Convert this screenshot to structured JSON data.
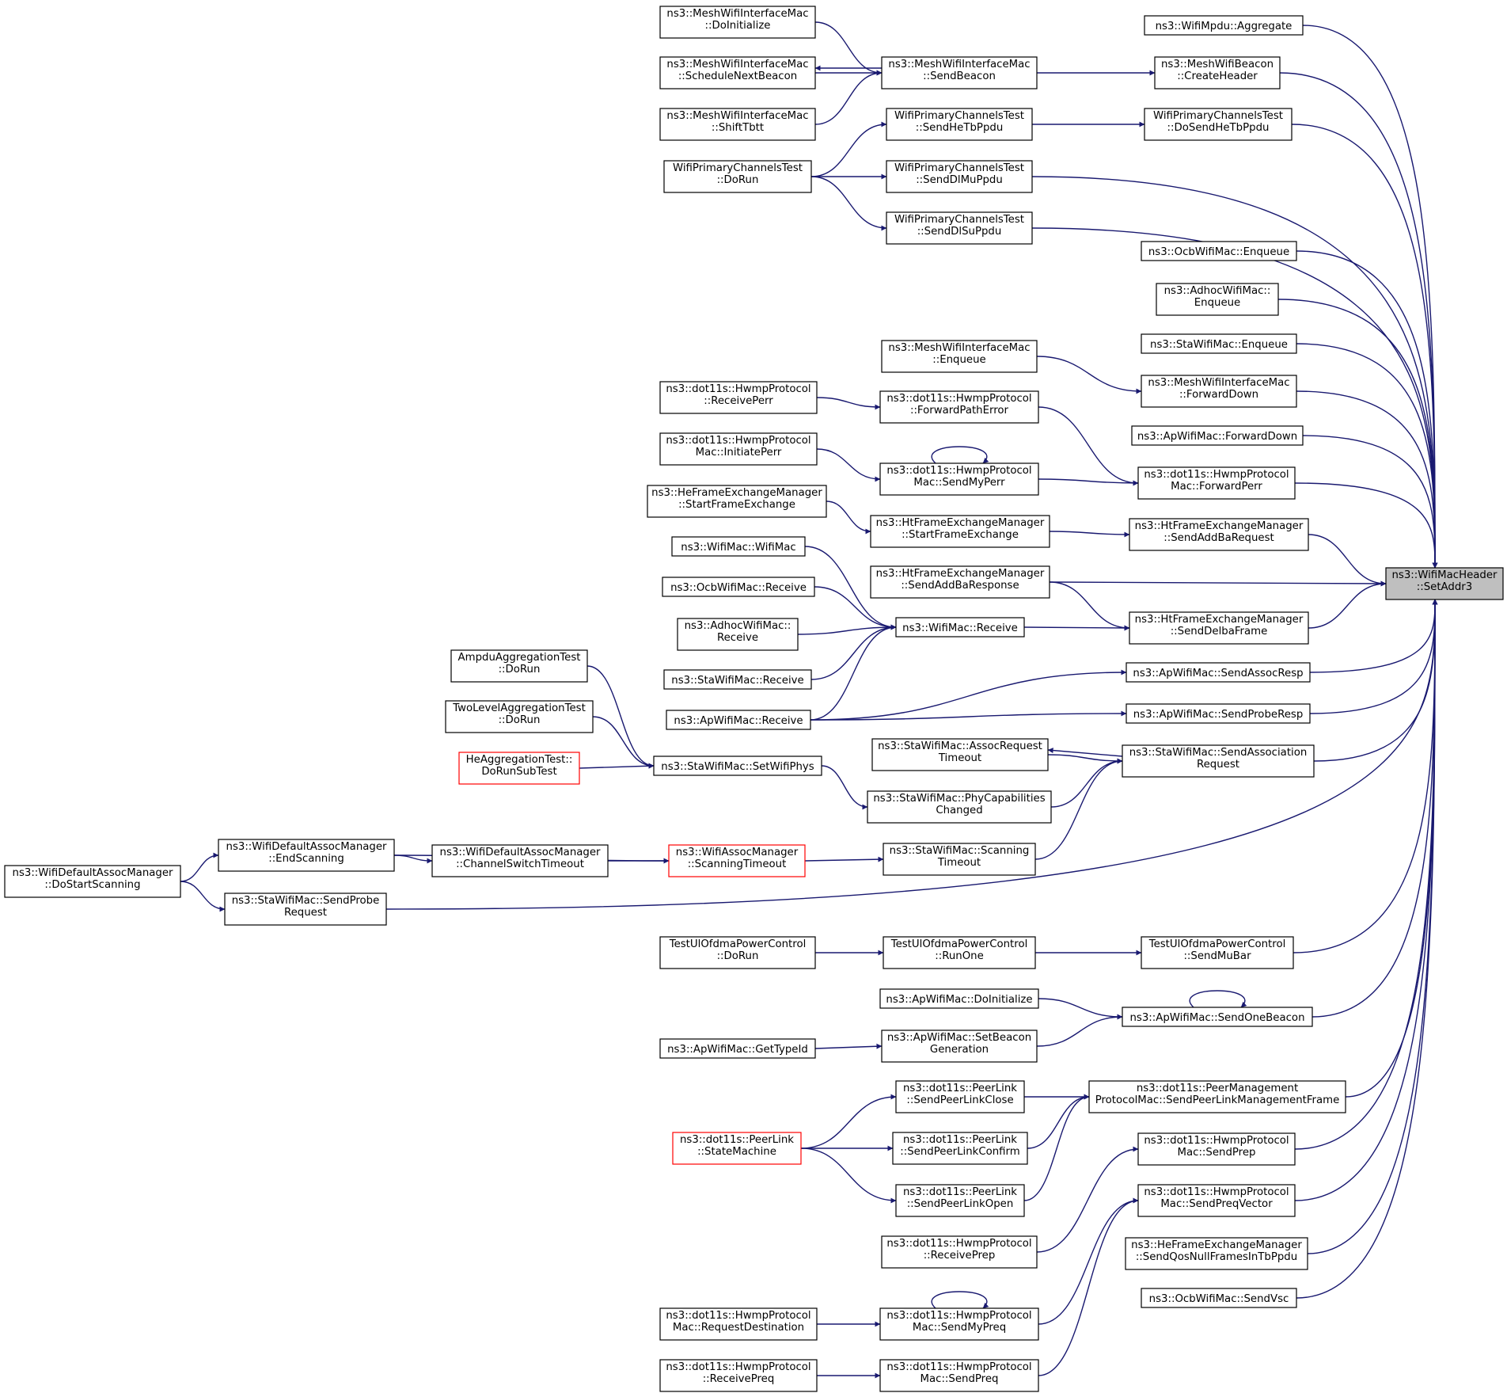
{
  "graph": {
    "colors": {
      "edge": "#191970",
      "highlight_border": "#ff0000",
      "focus_fill": "#bfbfbf"
    },
    "nodes": [
      {
        "id": "target",
        "lines": [
          "ns3::WifiMacHeader",
          "::SetAddr3"
        ],
        "style": "focus"
      },
      {
        "id": "aggregate",
        "lines": [
          "ns3::WifiMpdu::Aggregate"
        ]
      },
      {
        "id": "createheader",
        "lines": [
          "ns3::MeshWifiBeacon",
          "::CreateHeader"
        ]
      },
      {
        "id": "dosendhetb",
        "lines": [
          "WifiPrimaryChannelsTest",
          "::DoSendHeTbPpdu"
        ]
      },
      {
        "id": "ocbenqueue",
        "lines": [
          "ns3::OcbWifiMac::Enqueue"
        ]
      },
      {
        "id": "adhocenqueue",
        "lines": [
          "ns3::AdhocWifiMac::",
          "Enqueue"
        ]
      },
      {
        "id": "staenqueue",
        "lines": [
          "ns3::StaWifiMac::Enqueue"
        ]
      },
      {
        "id": "meshfwddown",
        "lines": [
          "ns3::MeshWifiInterfaceMac",
          "::ForwardDown"
        ]
      },
      {
        "id": "apfwddown",
        "lines": [
          "ns3::ApWifiMac::ForwardDown"
        ]
      },
      {
        "id": "fwdperr",
        "lines": [
          "ns3::dot11s::HwmpProtocol",
          "Mac::ForwardPerr"
        ]
      },
      {
        "id": "sendaddbareq",
        "lines": [
          "ns3::HtFrameExchangeManager",
          "::SendAddBaRequest"
        ]
      },
      {
        "id": "senddelba",
        "lines": [
          "ns3::HtFrameExchangeManager",
          "::SendDelbaFrame"
        ]
      },
      {
        "id": "sendassocresp",
        "lines": [
          "ns3::ApWifiMac::SendAssocResp"
        ]
      },
      {
        "id": "sendproberesp",
        "lines": [
          "ns3::ApWifiMac::SendProbeResp"
        ]
      },
      {
        "id": "sendassocreq",
        "lines": [
          "ns3::StaWifiMac::SendAssociation",
          "Request"
        ]
      },
      {
        "id": "sendmubar",
        "lines": [
          "TestUlOfdmaPowerControl",
          "::SendMuBar"
        ]
      },
      {
        "id": "sendonebeacon",
        "lines": [
          "ns3::ApWifiMac::SendOneBeacon"
        ]
      },
      {
        "id": "sendplmf",
        "lines": [
          "ns3::dot11s::PeerManagement",
          "ProtocolMac::SendPeerLinkManagementFrame"
        ]
      },
      {
        "id": "sendprep",
        "lines": [
          "ns3::dot11s::HwmpProtocol",
          "Mac::SendPrep"
        ]
      },
      {
        "id": "sendpreqvec",
        "lines": [
          "ns3::dot11s::HwmpProtocol",
          "Mac::SendPreqVector"
        ]
      },
      {
        "id": "sendqosnull",
        "lines": [
          "ns3::HeFrameExchangeManager",
          "::SendQosNullFramesInTbPpdu"
        ]
      },
      {
        "id": "sendvsc",
        "lines": [
          "ns3::OcbWifiMac::SendVsc"
        ]
      },
      {
        "id": "sendbeacon",
        "lines": [
          "ns3::MeshWifiInterfaceMac",
          "::SendBeacon"
        ]
      },
      {
        "id": "sendhetb",
        "lines": [
          "WifiPrimaryChannelsTest",
          "::SendHeTbPpdu"
        ]
      },
      {
        "id": "senddlmu",
        "lines": [
          "WifiPrimaryChannelsTest",
          "::SendDlMuPpdu"
        ]
      },
      {
        "id": "senddlsu",
        "lines": [
          "WifiPrimaryChannelsTest",
          "::SendDlSuPpdu"
        ]
      },
      {
        "id": "meshenqueue",
        "lines": [
          "ns3::MeshWifiInterfaceMac",
          "::Enqueue"
        ]
      },
      {
        "id": "fwdpatherr",
        "lines": [
          "ns3::dot11s::HwmpProtocol",
          "::ForwardPathError"
        ]
      },
      {
        "id": "sendmyperr",
        "lines": [
          "ns3::dot11s::HwmpProtocol",
          "Mac::SendMyPerr"
        ]
      },
      {
        "id": "htstartfe",
        "lines": [
          "ns3::HtFrameExchangeManager",
          "::StartFrameExchange"
        ]
      },
      {
        "id": "sendaddbaresp",
        "lines": [
          "ns3::HtFrameExchangeManager",
          "::SendAddBaResponse"
        ]
      },
      {
        "id": "wifimacrecv",
        "lines": [
          "ns3::WifiMac::Receive"
        ]
      },
      {
        "id": "assocreqtimeout",
        "lines": [
          "ns3::StaWifiMac::AssocRequest",
          "Timeout"
        ]
      },
      {
        "id": "phycapchanged",
        "lines": [
          "ns3::StaWifiMac::PhyCapabilities",
          "Changed"
        ]
      },
      {
        "id": "scantimeout",
        "lines": [
          "ns3::StaWifiMac::Scanning",
          "Timeout"
        ]
      },
      {
        "id": "runone",
        "lines": [
          "TestUlOfdmaPowerControl",
          "::RunOne"
        ]
      },
      {
        "id": "apdoinit",
        "lines": [
          "ns3::ApWifiMac::DoInitialize"
        ]
      },
      {
        "id": "setbeacongen",
        "lines": [
          "ns3::ApWifiMac::SetBeacon",
          "Generation"
        ]
      },
      {
        "id": "sendplclose",
        "lines": [
          "ns3::dot11s::PeerLink",
          "::SendPeerLinkClose"
        ]
      },
      {
        "id": "sendplconfirm",
        "lines": [
          "ns3::dot11s::PeerLink",
          "::SendPeerLinkConfirm"
        ]
      },
      {
        "id": "sendplopen",
        "lines": [
          "ns3::dot11s::PeerLink",
          "::SendPeerLinkOpen"
        ]
      },
      {
        "id": "recvprep",
        "lines": [
          "ns3::dot11s::HwmpProtocol",
          "::ReceivePrep"
        ]
      },
      {
        "id": "sendmypreq",
        "lines": [
          "ns3::dot11s::HwmpProtocol",
          "Mac::SendMyPreq"
        ]
      },
      {
        "id": "sendpreq",
        "lines": [
          "ns3::dot11s::HwmpProtocol",
          "Mac::SendPreq"
        ]
      },
      {
        "id": "meshdoinit",
        "lines": [
          "ns3::MeshWifiInterfaceMac",
          "::DoInitialize"
        ]
      },
      {
        "id": "schednextbeacon",
        "lines": [
          "ns3::MeshWifiInterfaceMac",
          "::ScheduleNextBeacon"
        ]
      },
      {
        "id": "shifttbtt",
        "lines": [
          "ns3::MeshWifiInterfaceMac",
          "::ShiftTbtt"
        ]
      },
      {
        "id": "wpctdorun",
        "lines": [
          "WifiPrimaryChannelsTest",
          "::DoRun"
        ]
      },
      {
        "id": "hwmprecvperr",
        "lines": [
          "ns3::dot11s::HwmpProtocol",
          "::ReceivePerr"
        ]
      },
      {
        "id": "initiateperr",
        "lines": [
          "ns3::dot11s::HwmpProtocol",
          "Mac::InitiatePerr"
        ]
      },
      {
        "id": "hestartfe",
        "lines": [
          "ns3::HeFrameExchangeManager",
          "::StartFrameExchange"
        ]
      },
      {
        "id": "wifimacctor",
        "lines": [
          "ns3::WifiMac::WifiMac"
        ]
      },
      {
        "id": "ocbrecv",
        "lines": [
          "ns3::OcbWifiMac::Receive"
        ]
      },
      {
        "id": "adhocrecv",
        "lines": [
          "ns3::AdhocWifiMac::",
          "Receive"
        ]
      },
      {
        "id": "starecv",
        "lines": [
          "ns3::StaWifiMac::Receive"
        ]
      },
      {
        "id": "aprecv",
        "lines": [
          "ns3::ApWifiMac::Receive"
        ]
      },
      {
        "id": "ampdudorun",
        "lines": [
          "AmpduAggregationTest",
          "::DoRun"
        ]
      },
      {
        "id": "twoleveldorun",
        "lines": [
          "TwoLevelAggregationTest",
          "::DoRun"
        ]
      },
      {
        "id": "heaggsubtest",
        "lines": [
          "HeAggregationTest::",
          "DoRunSubTest"
        ],
        "style": "red"
      },
      {
        "id": "setwifiphys",
        "lines": [
          "ns3::StaWifiMac::SetWifiPhys"
        ]
      },
      {
        "id": "endscanning",
        "lines": [
          "ns3::WifiDefaultAssocManager",
          "::EndScanning"
        ]
      },
      {
        "id": "chswitchtimeout",
        "lines": [
          "ns3::WifiDefaultAssocManager",
          "::ChannelSwitchTimeout"
        ]
      },
      {
        "id": "assocmgrscantimeout",
        "lines": [
          "ns3::WifiAssocManager",
          "::ScanningTimeout"
        ],
        "style": "red"
      },
      {
        "id": "sendprobereq",
        "lines": [
          "ns3::StaWifiMac::SendProbe",
          "Request"
        ]
      },
      {
        "id": "dostartscanning",
        "lines": [
          "ns3::WifiDefaultAssocManager",
          "::DoStartScanning"
        ]
      },
      {
        "id": "ulofdmadorun",
        "lines": [
          "TestUlOfdmaPowerControl",
          "::DoRun"
        ]
      },
      {
        "id": "apgettypeid",
        "lines": [
          "ns3::ApWifiMac::GetTypeId"
        ]
      },
      {
        "id": "plstatemachine",
        "lines": [
          "ns3::dot11s::PeerLink",
          "::StateMachine"
        ],
        "style": "red"
      },
      {
        "id": "requestdest",
        "lines": [
          "ns3::dot11s::HwmpProtocol",
          "Mac::RequestDestination"
        ]
      },
      {
        "id": "hwmprecvpreq",
        "lines": [
          "ns3::dot11s::HwmpProtocol",
          "::ReceivePreq"
        ]
      }
    ]
  }
}
